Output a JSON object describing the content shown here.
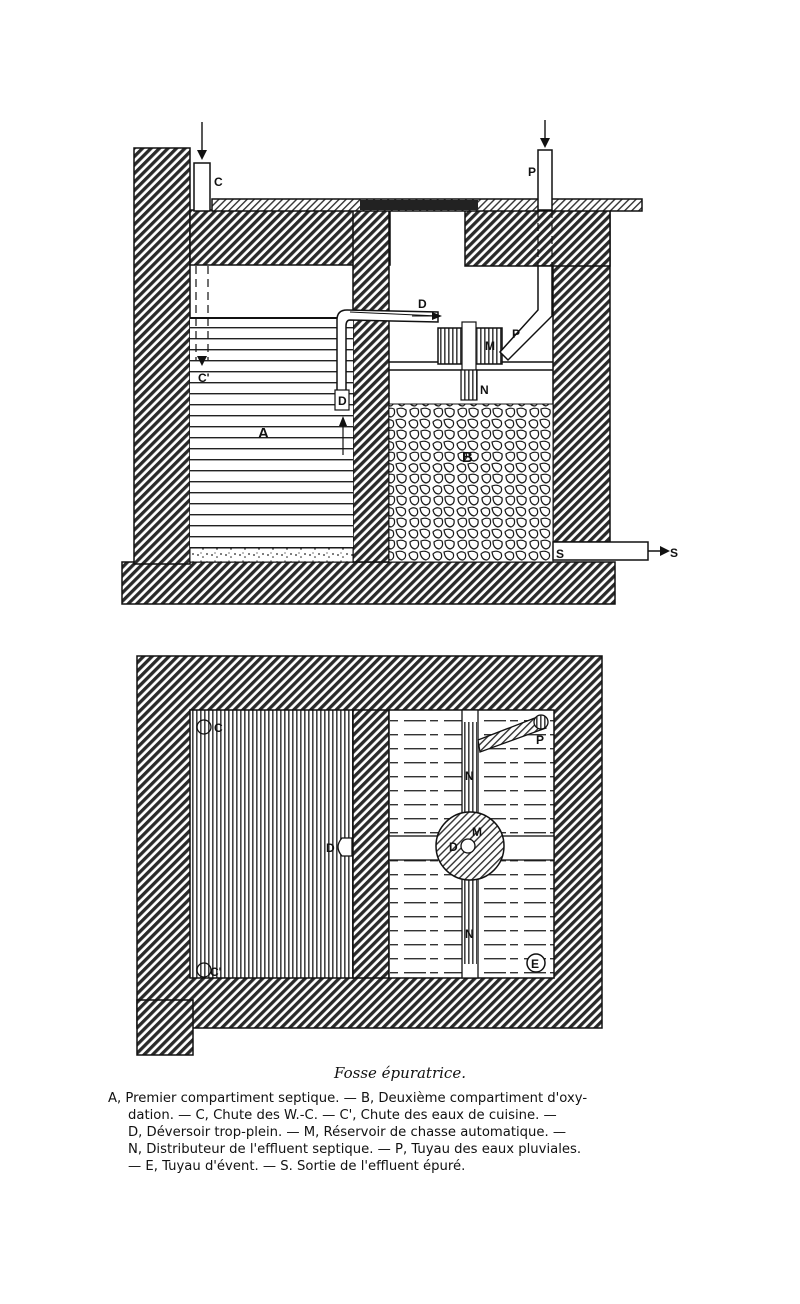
{
  "labels": {
    "A": "A",
    "B": "B",
    "C": "C",
    "C_prime": "C'",
    "C_prime_plan": "C'",
    "C_plan": "C",
    "D_pipe": "D",
    "D_box": "D",
    "D_plan": "D",
    "D_plan_right": "D",
    "M": "M",
    "M_plan": "M",
    "N": "N",
    "N_plan_top": "N",
    "N_plan_bottom": "N",
    "P": "P",
    "P_lower": "P",
    "P_plan": "P",
    "S": "S",
    "S_outlet": "S",
    "E": "E"
  },
  "caption": {
    "title": "Fosse épuratrice.",
    "lines": [
      "A, Premier compartiment septique. — B, Deuxième compartiment d'oxy-",
      "dation. — C, Chute des W.-C. — C', Chute des eaux de cuisine. —",
      "D, Déversoir trop-plein. — M, Réservoir de chasse automatique. —",
      "N, Distributeur de l'effluent septique. — P, Tuyau des eaux pluviales.",
      "— E, Tuyau d'évent. — S. Sortie de l'effluent épuré."
    ]
  }
}
